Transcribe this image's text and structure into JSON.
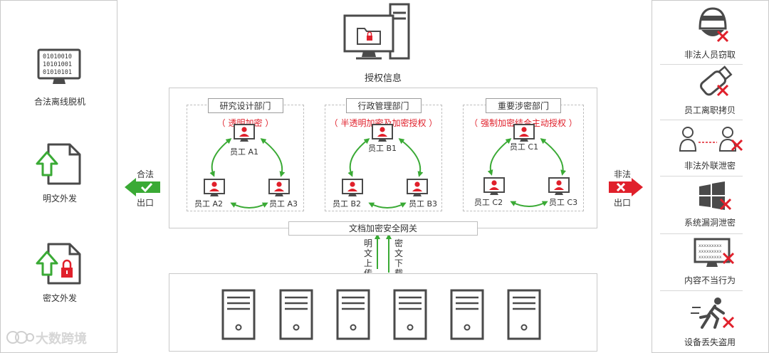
{
  "top": {
    "label": "授权信息"
  },
  "left_panel": {
    "items": [
      {
        "label": "合法离线脱机",
        "icon": "binary-monitor-icon",
        "screen_lines": [
          "01010010",
          "10101001",
          "01010101"
        ]
      },
      {
        "label": "明文外发",
        "icon": "upload-document-icon"
      },
      {
        "label": "密文外发",
        "icon": "locked-upload-document-icon"
      }
    ]
  },
  "departments": [
    {
      "title": "研究设计部门",
      "mode": "（ 透明加密 ）",
      "employees": [
        "员工 A1",
        "员工 A2",
        "员工 A3"
      ]
    },
    {
      "title": "行政管理部门",
      "mode": "（ 半透明加密及加密授权 ）",
      "employees": [
        "员工 B1",
        "员工 B2",
        "员工 B3"
      ]
    },
    {
      "title": "重要涉密部门",
      "mode": "（ 强制加密结合主动授权 ）",
      "employees": [
        "员工 C1",
        "员工 C2",
        "员工 C3"
      ]
    }
  ],
  "gateway": {
    "label": "文档加密安全网关"
  },
  "flows": {
    "upload": "明文上传",
    "download": "密文下载"
  },
  "exits": {
    "legal": {
      "label_top": "合法",
      "label_bottom": "出口",
      "color": "#3aaa35"
    },
    "illegal": {
      "label_top": "非法",
      "label_bottom": "出口",
      "color": "#e0202b"
    }
  },
  "right_panel": {
    "threats": [
      {
        "label": "非法人员窃取",
        "icon": "masked-intruder-icon"
      },
      {
        "label": "员工离职拷贝",
        "icon": "usb-drive-icon"
      },
      {
        "label": "非法外联泄密",
        "icon": "people-connection-icon"
      },
      {
        "label": "系统漏洞泄密",
        "icon": "windows-logo-icon"
      },
      {
        "label": "内容不当行为",
        "icon": "text-monitor-icon",
        "screen_lines": [
          "xxxxxxxxx",
          "xxxxxxxxx",
          "xxxxxxxxx"
        ]
      },
      {
        "label": "设备丢失盗用",
        "icon": "running-thief-icon"
      }
    ]
  },
  "servers": {
    "count": 6
  },
  "watermark": {
    "text": "大数跨境"
  },
  "colors": {
    "green": "#3aaa35",
    "red": "#e0202b",
    "dark": "#4a4a4a",
    "grey_line": "#bdbdbd"
  }
}
